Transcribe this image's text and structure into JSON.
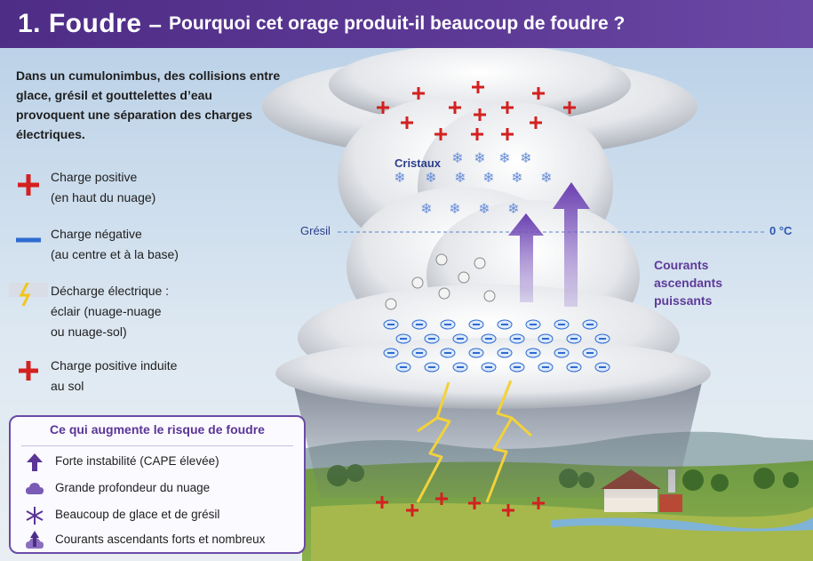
{
  "header": {
    "title": "1. Foudre",
    "dash": "–",
    "subtitle": "Pourquoi cet orage produit-il beaucoup de foudre ?"
  },
  "intro": "Dans un cumulonimbus, des collisions entre glace, grésil et gouttelettes d’eau provoquent une séparation des charges électriques.",
  "legend": {
    "positive": [
      "Charge positive",
      "(en haut du nuage)"
    ],
    "negative": [
      "Charge négative",
      "(au centre et à la base)"
    ],
    "discharge": [
      "Décharge électrique :",
      "éclair (nuage-nuage",
      "ou nuage-sol)"
    ],
    "ground": [
      "Charge positive induite",
      "au sol"
    ]
  },
  "cloud_labels": {
    "crystals": "Cristaux",
    "graupel": "Grésil",
    "freezing": "0 °C",
    "updrafts": [
      "Courants",
      "ascendants",
      "puissants"
    ]
  },
  "risk_box": {
    "title": "Ce qui augmente le risque de foudre",
    "items": [
      {
        "label": "Forte instabilité (CAPE élevée)",
        "icon": "up-arrow-icon"
      },
      {
        "label": "Grande profondeur du nuage",
        "icon": "cloud-icon"
      },
      {
        "label": "Beaucoup de glace et de grésil",
        "icon": "snowflake-icon"
      },
      {
        "label": "Courants ascendants forts et nombreux",
        "icon": "cloud-updraft-icon"
      }
    ]
  },
  "colors": {
    "header": "#5a3596",
    "positive": "#d32020",
    "negative": "#2f6bd0",
    "updraft": "#7a52b5",
    "lightning": "#f2d23a"
  }
}
